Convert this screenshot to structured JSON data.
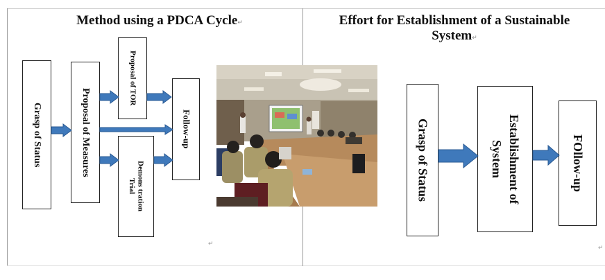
{
  "left_panel": {
    "title": "Method using a PDCA Cycle",
    "boxes": {
      "grasp": "Grasp of Status",
      "proposal_measures": "Proposal of Measures",
      "proposal_tor": "Proposal of TOR",
      "demonstration_line1": "Demons tration",
      "demonstration_line2": "Trial",
      "follow_up": "Follow-up"
    }
  },
  "right_panel": {
    "title_line1": "Effort for Establishment of a Sustainable",
    "title_line2": "System",
    "boxes": {
      "grasp": "Grasp of Status",
      "establishment_line1": "Establishment of",
      "establishment_line2": "System",
      "follow_up": "FOllow-up"
    }
  },
  "paragraph_mark": "↵",
  "colors": {
    "arrow_fill": "#3f79bb",
    "arrow_edge": "#2a5a93",
    "box_border": "#222222"
  },
  "photo_description_icon": "classroom-photo"
}
